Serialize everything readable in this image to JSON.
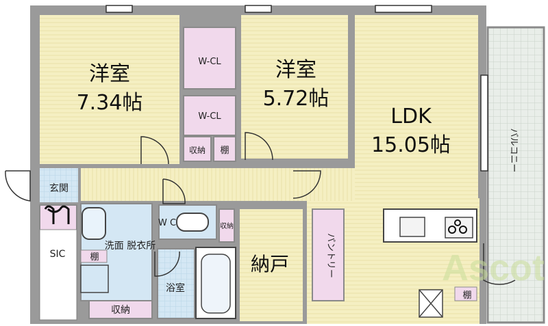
{
  "rooms": {
    "western1": {
      "name": "洋室",
      "size": "7.34帖"
    },
    "western2": {
      "name": "洋室",
      "size": "5.72帖"
    },
    "ldk": {
      "name": "LDK",
      "size": "15.05帖"
    },
    "storage_room": {
      "name": "納戸"
    }
  },
  "labels": {
    "wcl_top": "W-CL",
    "wcl_mid": "W-CL",
    "shuno_small": "収納",
    "tana_small": "棚",
    "entrance": "玄関",
    "sic": "SIC",
    "wash": "洗面\n脱衣所",
    "tana_wash": "棚",
    "shuno_bottom": "収納",
    "bath": "浴室",
    "wc": "W\nC",
    "shuno_wc": "収納",
    "pantry": "パントリー",
    "balcony": "バルコニー",
    "tana_kitchen": "棚"
  },
  "watermark": "Ascot",
  "colors": {
    "wood_floor": "#f5efc2",
    "wood_line": "#e7dfa4",
    "closet": "#f1d9ec",
    "wet_area": "#cfe6f3",
    "balcony": "#e6ebe6",
    "wall": "#8a8a8a",
    "watermark": "#c9dd9a"
  }
}
